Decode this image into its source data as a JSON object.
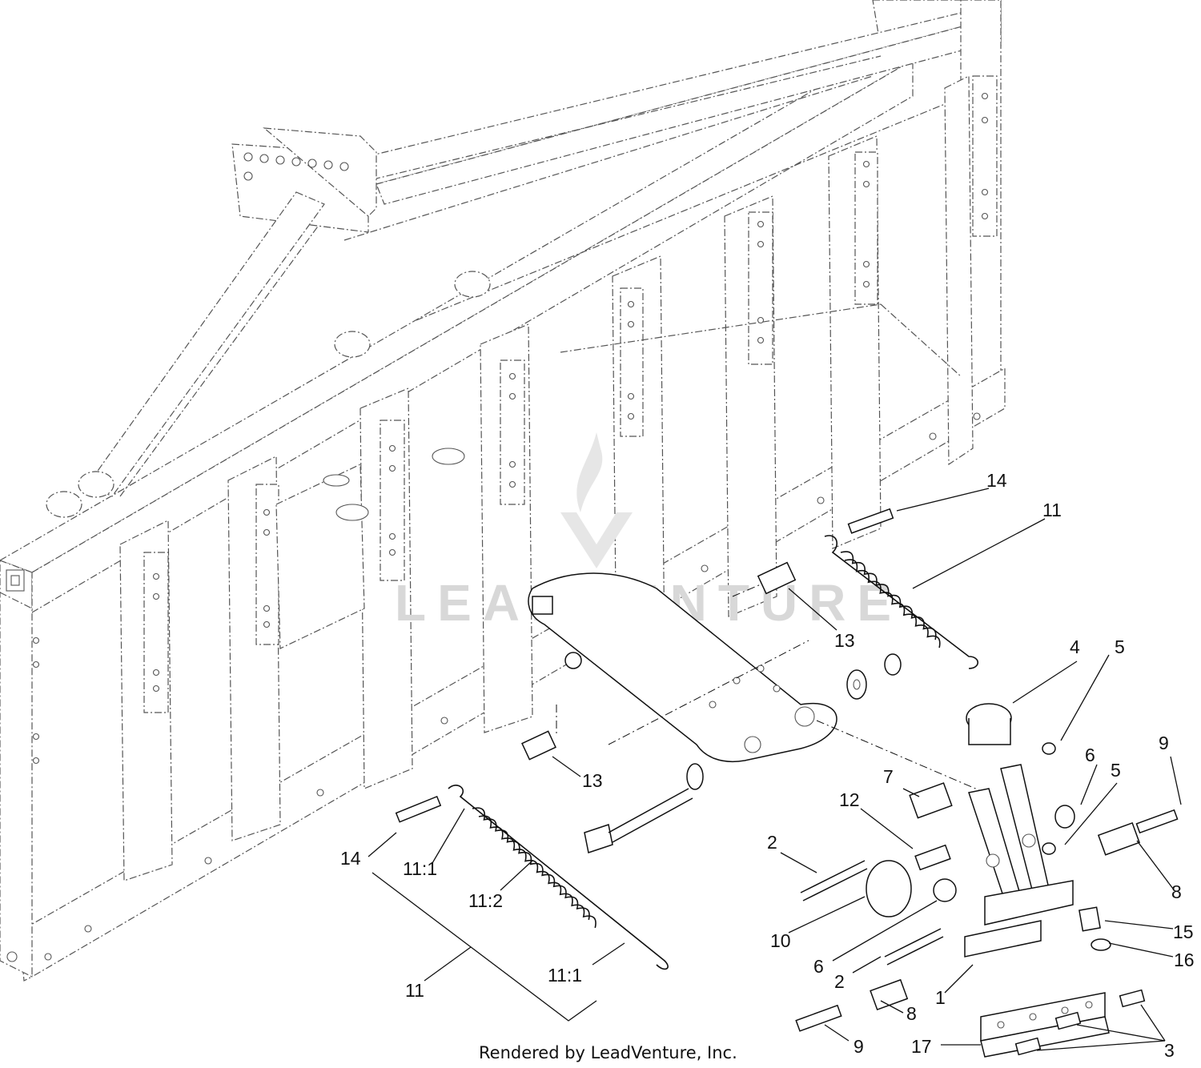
{
  "diagram": {
    "footer_text": "Rendered by LeadVenture, Inc.",
    "watermark_text": "LEADVENTURE",
    "callouts": {
      "c1": "1",
      "c2a": "2",
      "c2b": "2",
      "c3": "3",
      "c4": "4",
      "c5a": "5",
      "c5b": "5",
      "c6a": "6",
      "c6b": "6",
      "c7": "7",
      "c8a": "8",
      "c8b": "8",
      "c9a": "9",
      "c9b": "9",
      "c10": "10",
      "c11a": "11",
      "c11b": "11",
      "c11_1a": "11:1",
      "c11_1b": "11:1",
      "c11_2": "11:2",
      "c12": "12",
      "c13a": "13",
      "c13b": "13",
      "c14a": "14",
      "c14b": "14",
      "c15": "15",
      "c16": "16",
      "c17": "17"
    }
  }
}
